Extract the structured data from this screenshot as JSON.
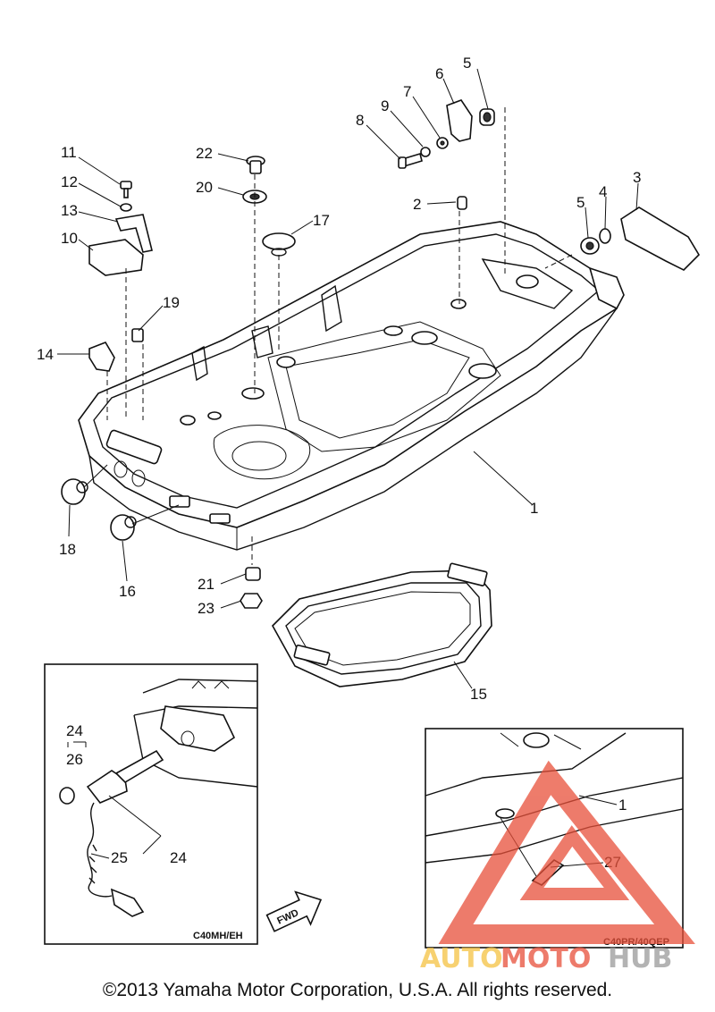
{
  "callouts": {
    "c1": "1",
    "c2": "2",
    "c3": "3",
    "c4": "4",
    "c5a": "5",
    "c5b": "5",
    "c6": "6",
    "c7": "7",
    "c8": "8",
    "c9": "9",
    "c10": "10",
    "c11": "11",
    "c12": "12",
    "c13": "13",
    "c14": "14",
    "c15": "15",
    "c16": "16",
    "c17": "17",
    "c18": "18",
    "c19": "19",
    "c20": "20",
    "c21": "21",
    "c22": "22",
    "c23": "23"
  },
  "inset_left": {
    "label_24_top": "24",
    "label_26": "26",
    "label_25": "25",
    "label_24_bottom": "24",
    "fwd": "FWD",
    "model": "C40MH/EH"
  },
  "inset_right": {
    "label_1": "1",
    "label_27": "27",
    "model": "C40PR/40QEP"
  },
  "watermark": {
    "part1": "AUTO",
    "part2": "MOTO",
    "part3": "HUB",
    "colors": {
      "auto": "#f5c242",
      "moto": "#e8503a",
      "hub": "#9a9a9a"
    }
  },
  "copyright": "©2013 Yamaha Motor Corporation, U.S.A. All rights reserved."
}
